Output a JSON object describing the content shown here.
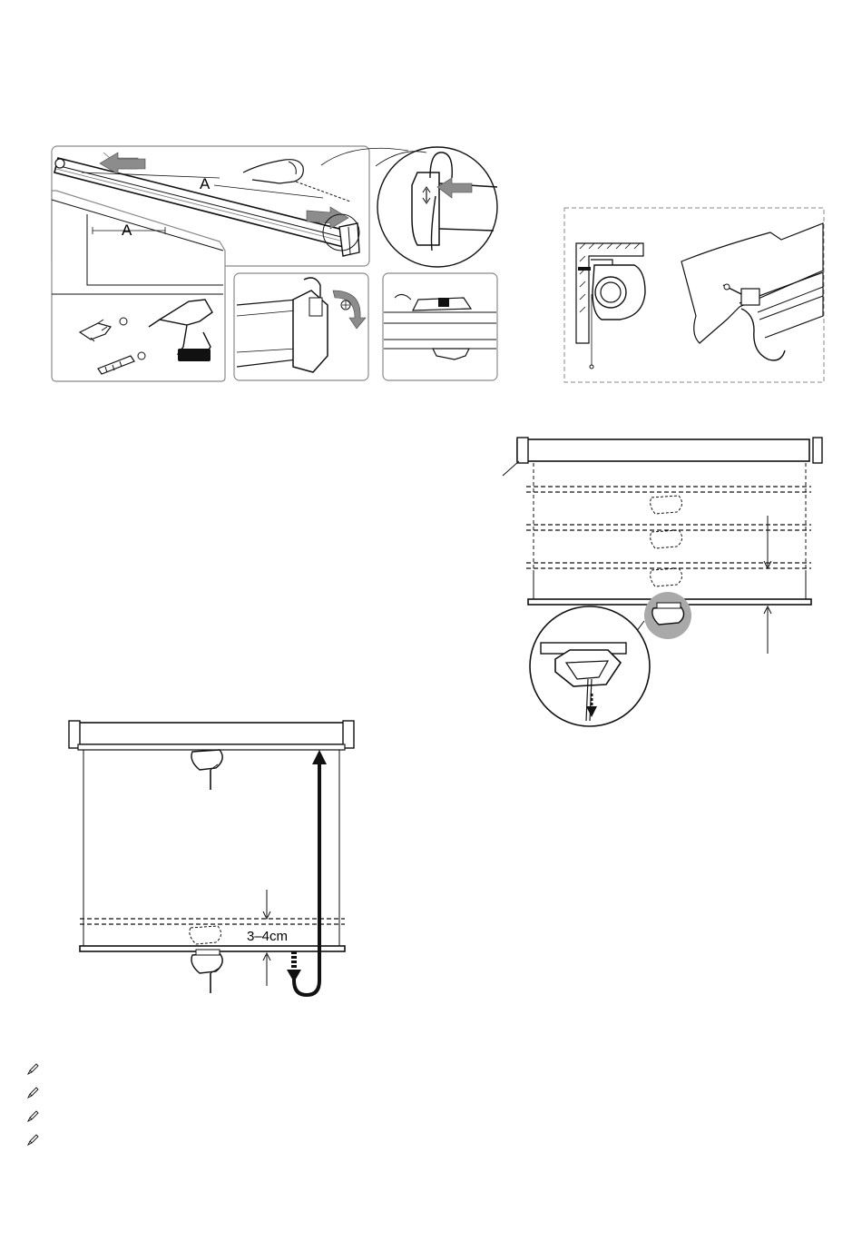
{
  "labels": {
    "dimension_a_top": "A",
    "dimension_a_bottom": "A",
    "gap_measure": "3–4cm"
  },
  "notes": [
    {
      "icon": "pencil-icon"
    },
    {
      "icon": "pencil-icon"
    },
    {
      "icon": "pencil-icon"
    },
    {
      "icon": "pencil-icon"
    }
  ],
  "colors": {
    "line": "#111111",
    "arrow_fill": "#8c8c8c",
    "highlight": "#a9a9a9",
    "panel_border": "#8a8a8a"
  }
}
